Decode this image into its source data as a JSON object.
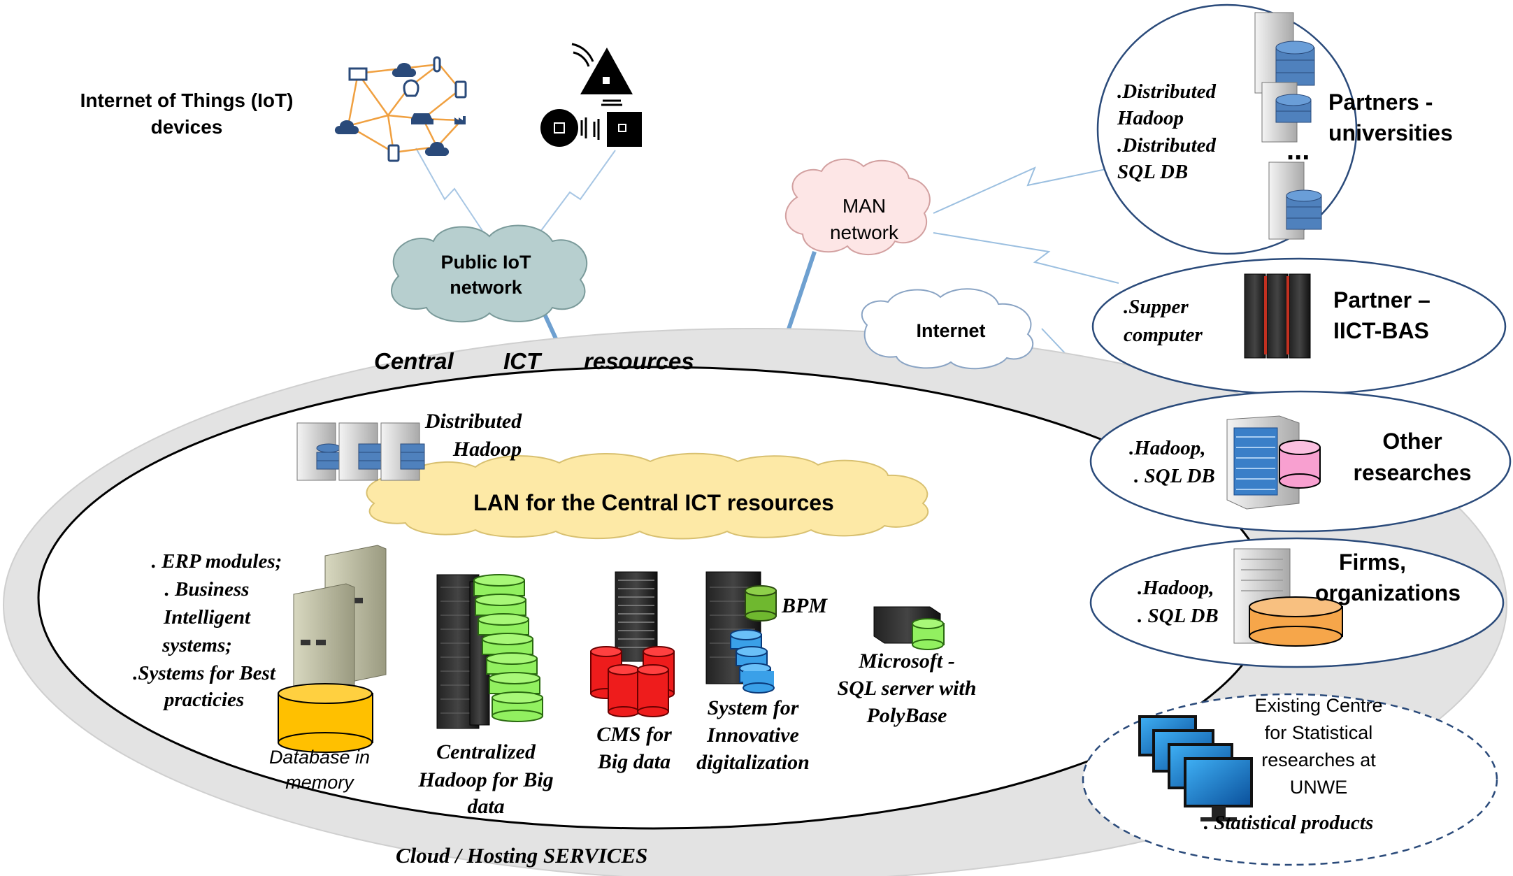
{
  "iot": {
    "devices_label": [
      "Internet of Things (IoT)",
      "devices"
    ],
    "public_network": [
      "Public IoT",
      "network"
    ]
  },
  "man": [
    "MAN",
    "network"
  ],
  "internet": "Internet",
  "central": {
    "title_words": [
      "Central",
      "ICT",
      "resources"
    ],
    "lan": "LAN for the Central ICT resources",
    "distributed_hadoop": [
      "Distributed",
      "Hadoop"
    ],
    "erp_lines": [
      ". ERP  modules;",
      ". Business",
      "Intelligent",
      "systems;",
      ".Systems for Best",
      "practicies"
    ],
    "database_memory": [
      "Database in",
      "memory"
    ],
    "centralized_hadoop": [
      "Centralized",
      "Hadoop for Big",
      "data"
    ],
    "cms": [
      "CMS for",
      "Big data"
    ],
    "bpm": "BPM",
    "innovative": [
      "System for",
      "Innovative",
      "digitalization"
    ],
    "mssql": [
      "Microsoft -",
      "SQL server with",
      "PolyBase"
    ],
    "cloud_hosting": "Cloud / Hosting SERVICES"
  },
  "partners": {
    "universities": {
      "tech": [
        ".Distributed",
        "Hadoop",
        ".Distributed",
        "SQL DB"
      ],
      "name": [
        "Partners -",
        "universities"
      ],
      "ellipsis": "..."
    },
    "iict": {
      "tech": [
        ".Supper",
        "computer"
      ],
      "name": [
        "Partner –",
        "IICT-BAS"
      ]
    },
    "other": {
      "tech": [
        ".Hadoop,",
        ". SQL DB"
      ],
      "name": [
        "Other",
        "researches"
      ]
    },
    "firms": {
      "tech": [
        ".Hadoop,",
        ". SQL DB"
      ],
      "name": [
        "Firms,",
        "organizations"
      ]
    },
    "statistical": {
      "name": [
        "Existing Centre",
        "for Statistical",
        "researches at",
        "UNWE"
      ],
      "products": ". Statistical products"
    }
  },
  "colors": {
    "ring": "#e3e3e3",
    "link_thick": "#6ea0d0",
    "link_thin": "#9bbfe0",
    "lan_cloud": "#fde9a6",
    "iot_cloud": "#b7cfcf",
    "man_cloud": "#fde6e6",
    "server_gray": "#d0d0d0",
    "db_blue": "#4f81bd",
    "db_gold": "#ffc000",
    "db_green": "#92f060",
    "db_red": "#ee1c1c",
    "db_pink": "#f8a0d0",
    "db_orange": "#f6a64a",
    "dbms_green": "#6fb82f",
    "dbms_blue": "#3aa0e8",
    "monitor_blue": "#1f7fd0"
  }
}
